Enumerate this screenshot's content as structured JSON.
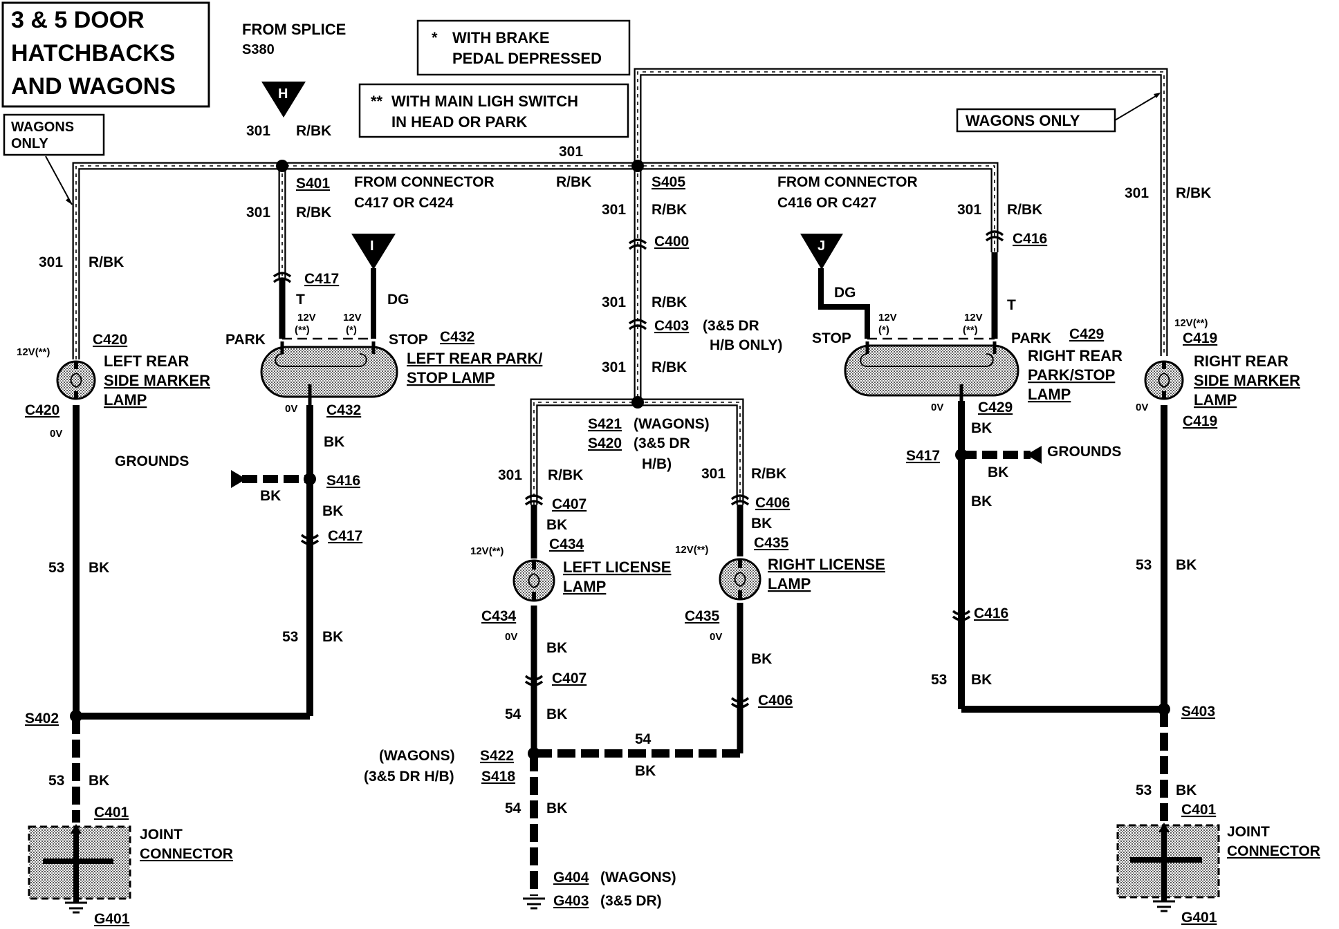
{
  "header": {
    "title_line1": "3 & 5 DOOR",
    "title_line2": "HATCHBACKS",
    "title_line3": "AND WAGONS",
    "from_splice_line1": "FROM SPLICE",
    "from_splice_line2": "S380",
    "note1_star": "*",
    "note1_line1": "WITH BRAKE",
    "note1_line2": "PEDAL DEPRESSED",
    "note2_star": "**",
    "note2_line1": "WITH MAIN LIGH SWITCH",
    "note2_line2": "IN HEAD OR PARK",
    "wagons_only_left_1": "WAGONS",
    "wagons_only_left_2": "ONLY",
    "wagons_only_right": "WAGONS ONLY"
  },
  "colors": {
    "wire": "#000000",
    "component_fill": "#b8b8b8",
    "background": "#ffffff"
  },
  "wires": {
    "c301": "301",
    "rbk": "R/BK",
    "c53": "53",
    "c54": "54",
    "bk": "BK",
    "t": "T",
    "dg": "DG"
  },
  "connectors": {
    "H": "H",
    "I": "I",
    "J": "J",
    "s401": "S401",
    "s405": "S405",
    "s402": "S402",
    "s403": "S403",
    "s416": "S416",
    "s417": "S417",
    "s421": "S421",
    "s420": "S420",
    "s422": "S422",
    "s418": "S418",
    "c400": "C400",
    "c403": "C403",
    "c416": "C416",
    "c417": "C417",
    "c419": "C419",
    "c420": "C420",
    "c429": "C429",
    "c432": "C432",
    "c406": "C406",
    "c407": "C407",
    "c434": "C434",
    "c435": "C435",
    "c401": "C401",
    "g401": "G401",
    "g404": "G404",
    "g403": "G403"
  },
  "labels": {
    "from_conn_left_1": "FROM CONNECTOR",
    "from_conn_left_2": "C417 OR C424",
    "from_conn_right_1": "FROM CONNECTOR",
    "from_conn_right_2": "C416 OR C427",
    "c403_note_1": "(3&5 DR",
    "c403_note_2": "H/B ONLY)",
    "wagons_paren": "(WAGONS)",
    "s420_note_1": "(3&5 DR",
    "s420_note_2": "H/B)",
    "s418_note": "(3&5 DR H/B)",
    "g403_note": "(3&5 DR)",
    "park": "PARK",
    "stop": "STOP",
    "v12_dd": "12V(**)",
    "v12": "12V",
    "star": "(*)",
    "dstar": "(**)",
    "v0": "0V",
    "grounds": "GROUNDS",
    "left_marker_1": "LEFT REAR",
    "left_marker_2": "SIDE MARKER",
    "left_marker_3": "LAMP",
    "left_park_1": "LEFT REAR PARK/",
    "left_park_2": "STOP LAMP",
    "right_park_1": "RIGHT REAR",
    "right_park_2": "PARK/STOP",
    "right_park_3": "LAMP",
    "right_marker_1": "RIGHT REAR",
    "right_marker_2": "SIDE MARKER",
    "right_marker_3": "LAMP",
    "left_license_1": "LEFT LICENSE",
    "left_license_2": "LAMP",
    "right_license_1": "RIGHT LICENSE",
    "right_license_2": "LAMP",
    "joint_1": "JOINT",
    "joint_2": "CONNECTOR"
  }
}
